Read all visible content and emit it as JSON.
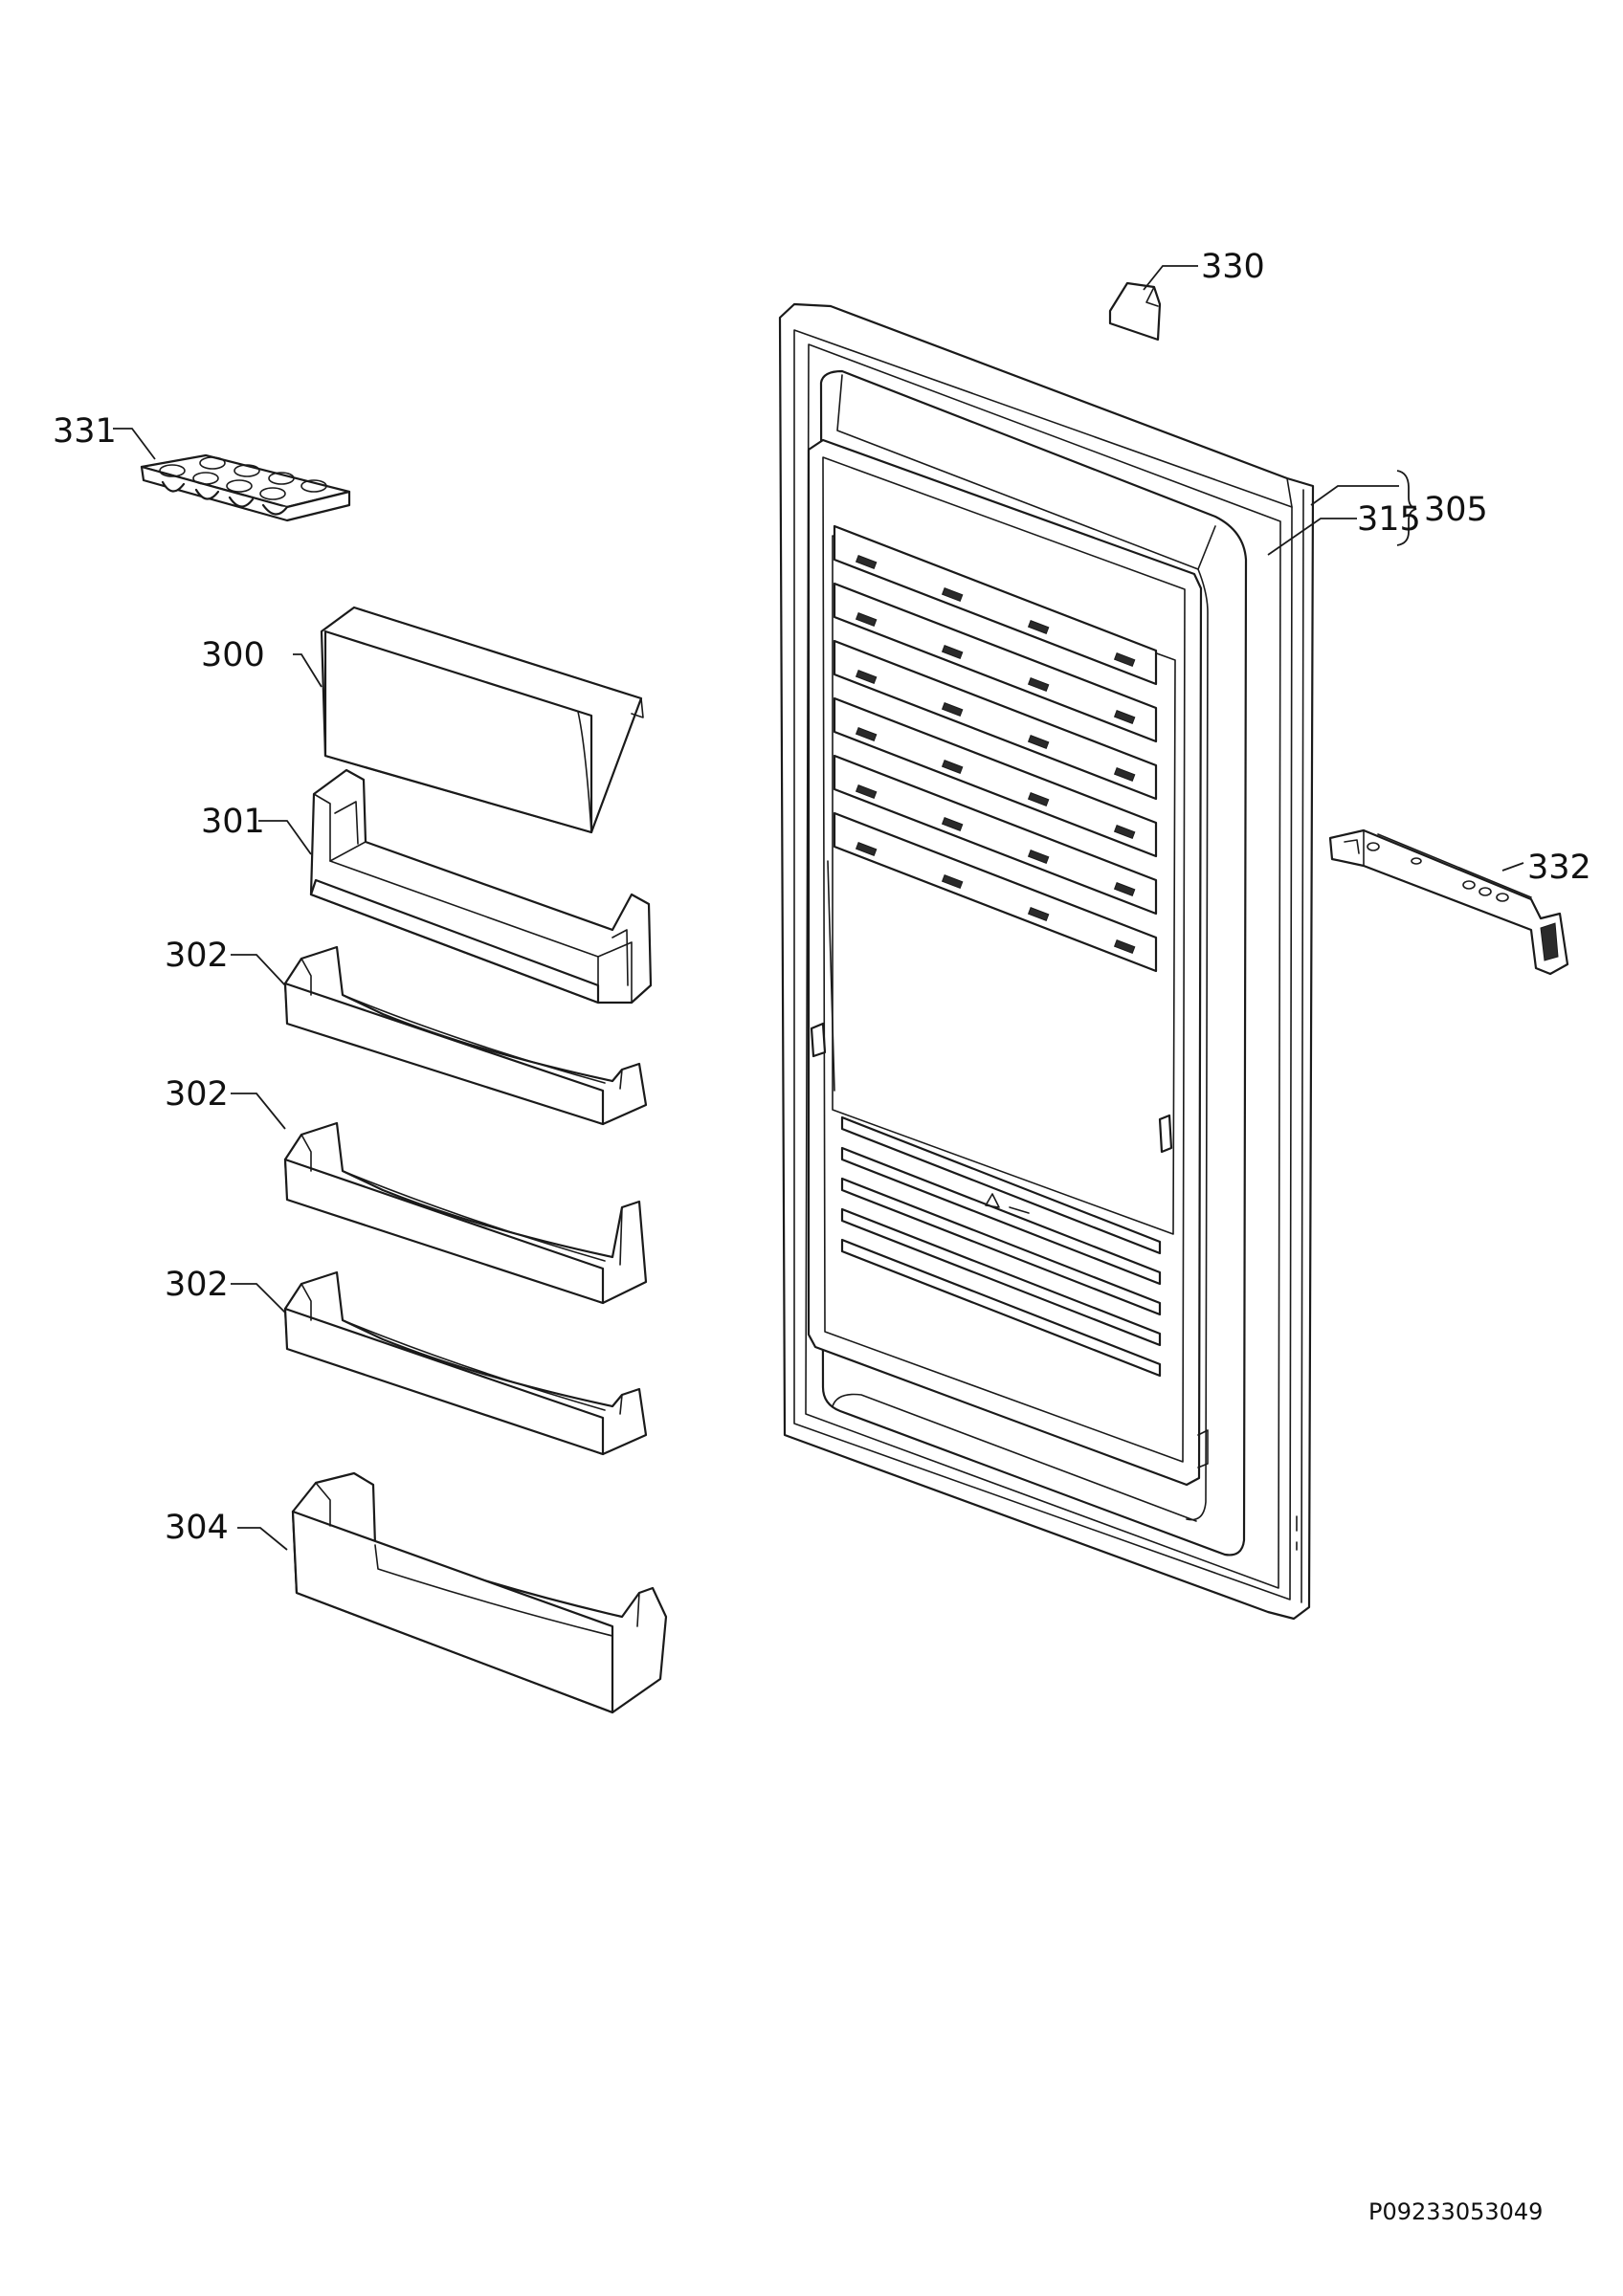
{
  "callouts": {
    "c330": "330",
    "c331": "331",
    "c305": "305",
    "c315": "315",
    "c300": "300",
    "c301": "301",
    "c332": "332",
    "c302a": "302",
    "c302b": "302",
    "c302c": "302",
    "c304": "304"
  },
  "document_id": "P09233053049",
  "colors": {
    "line": "#1a1a1a",
    "background": "#ffffff"
  }
}
